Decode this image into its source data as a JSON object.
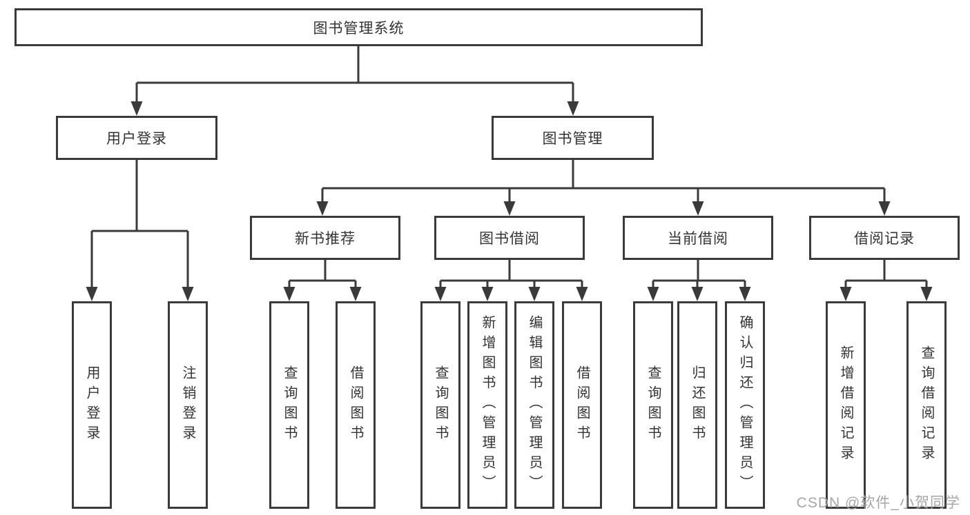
{
  "colors": {
    "line": "#3a3a3a",
    "text": "#333333",
    "wm": "#a6a6a6"
  },
  "watermark": "CSDN @软件_小贺同学",
  "tree": {
    "label": "图书管理系统",
    "children": [
      {
        "label": "用户登录",
        "children": [
          {
            "label": "用户登录"
          },
          {
            "label": "注销登录"
          }
        ]
      },
      {
        "label": "图书管理",
        "children": [
          {
            "label": "新书推荐",
            "children": [
              {
                "label": "查询图书"
              },
              {
                "label": "借阅图书"
              }
            ]
          },
          {
            "label": "图书借阅",
            "children": [
              {
                "label": "查询图书"
              },
              {
                "label": "新增图书（管理员）"
              },
              {
                "label": "编辑图书（管理员）"
              },
              {
                "label": "借阅图书"
              }
            ]
          },
          {
            "label": "当前借阅",
            "children": [
              {
                "label": "查询图书"
              },
              {
                "label": "归还图书"
              },
              {
                "label": "确认归还（管理员）"
              }
            ]
          },
          {
            "label": "借阅记录",
            "children": [
              {
                "label": "新增借阅记录"
              },
              {
                "label": "查询借阅记录"
              }
            ]
          }
        ]
      }
    ]
  }
}
